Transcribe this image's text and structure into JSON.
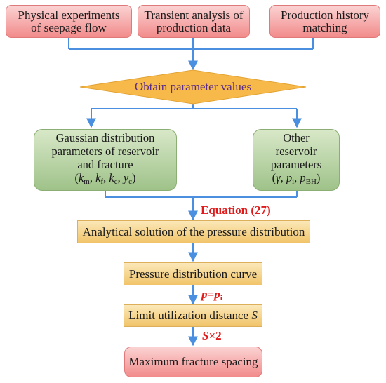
{
  "top_boxes": {
    "b1": {
      "line1": "Physical experiments",
      "line2": "of seepage flow"
    },
    "b2": {
      "line1": "Transient analysis of",
      "line2": "production data"
    },
    "b3": {
      "line1": "Production history",
      "line2": "matching"
    }
  },
  "decision": {
    "label": "Obtain parameter values"
  },
  "left_box": {
    "line1": "Gaussian distribution",
    "line2": "parameters of reservoir",
    "line3": "and fracture",
    "params": [
      "k",
      "m",
      "k",
      "f",
      "k",
      "c",
      "y",
      "c"
    ]
  },
  "right_box": {
    "line1": "Other",
    "line2": "reservoir",
    "line3": "parameters",
    "params": [
      "γ",
      "p",
      "i",
      "p",
      "BH"
    ]
  },
  "equation_label": "Equation (27)",
  "analytical_box": "Analytical solution of the pressure distribution",
  "curve_box": "Pressure distribution curve",
  "condition_label": {
    "p1": "p",
    "eq": "=",
    "p2": "p",
    "sub": "i"
  },
  "limit_box": {
    "text": "Limit utilization distance",
    "var": "S"
  },
  "multiply_label": {
    "var": "S",
    "op": "×2"
  },
  "final_box": "Maximum fracture spacing",
  "colors": {
    "arrow": "#4a8fe0",
    "accent_red": "#e01a1a",
    "decision_text": "#5b2c86",
    "diamond_fill": "#f6b94a"
  }
}
